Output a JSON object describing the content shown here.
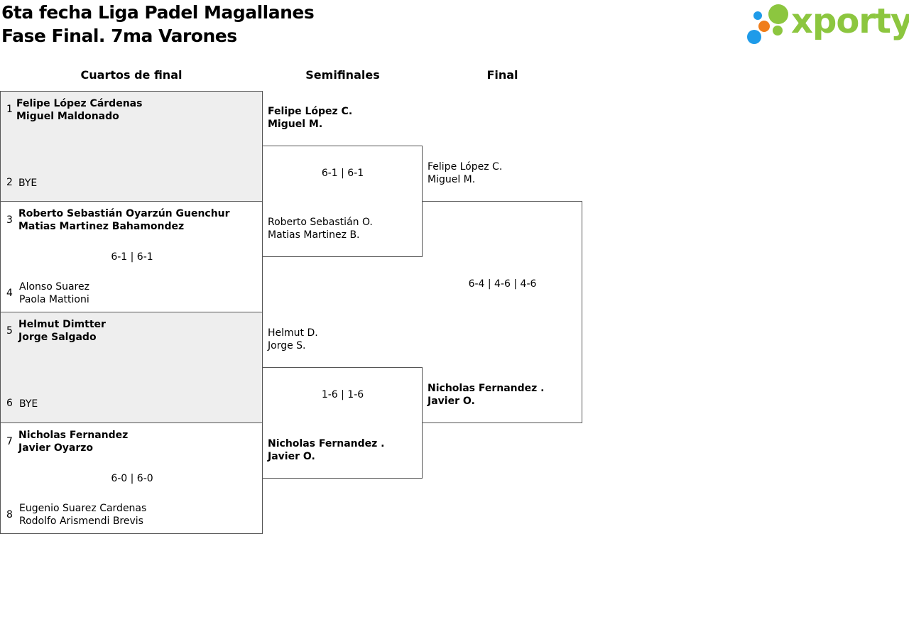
{
  "header": {
    "title_line1": "6ta fecha Liga Padel Magallanes",
    "title_line2": "Fase Final. 7ma Varones",
    "logo_text": "xporty",
    "logo_colors": {
      "blue": "#1e9be9",
      "orange": "#f07d1a",
      "green": "#8cc63f"
    }
  },
  "rounds": [
    "Cuartos de final",
    "Semifinales",
    "Final"
  ],
  "quarterfinals": [
    {
      "top": {
        "seed": "1",
        "p1": "Felipe López Cárdenas",
        "p2": "Miguel Maldonado"
      },
      "bottom": {
        "seed": "2",
        "p1": "BYE",
        "p2": ""
      },
      "score": ""
    },
    {
      "top": {
        "seed": "3",
        "p1": "Roberto Sebastián Oyarzún Guenchur",
        "p2": "Matias Martinez Bahamondez"
      },
      "bottom": {
        "seed": "4",
        "p1": "Alonso Suarez",
        "p2": "Paola Mattioni"
      },
      "score": "6-1 | 6-1"
    },
    {
      "top": {
        "seed": "5",
        "p1": "Helmut Dimtter",
        "p2": "Jorge Salgado"
      },
      "bottom": {
        "seed": "6",
        "p1": "BYE",
        "p2": ""
      },
      "score": ""
    },
    {
      "top": {
        "seed": "7",
        "p1": "Nicholas Fernandez",
        "p2": "Javier Oyarzo"
      },
      "bottom": {
        "seed": "8",
        "p1": "Eugenio Suarez Cardenas",
        "p2": "Rodolfo Arismendi Brevis"
      },
      "score": "6-0 | 6-0"
    }
  ],
  "semifinals": [
    {
      "top": {
        "p1": "Felipe López C.",
        "p2": "Miguel M."
      },
      "bottom": {
        "p1": "Roberto Sebastián O.",
        "p2": "Matias Martinez B."
      },
      "score": "6-1 | 6-1"
    },
    {
      "top": {
        "p1": "Helmut D.",
        "p2": "Jorge S."
      },
      "bottom": {
        "p1": "Nicholas Fernandez .",
        "p2": "Javier O."
      },
      "score": "1-6 | 1-6"
    }
  ],
  "final": {
    "top": {
      "p1": "Felipe López C.",
      "p2": "Miguel M."
    },
    "bottom": {
      "p1": "Nicholas Fernandez .",
      "p2": "Javier O."
    },
    "score": "6-4 | 4-6 | 4-6"
  }
}
